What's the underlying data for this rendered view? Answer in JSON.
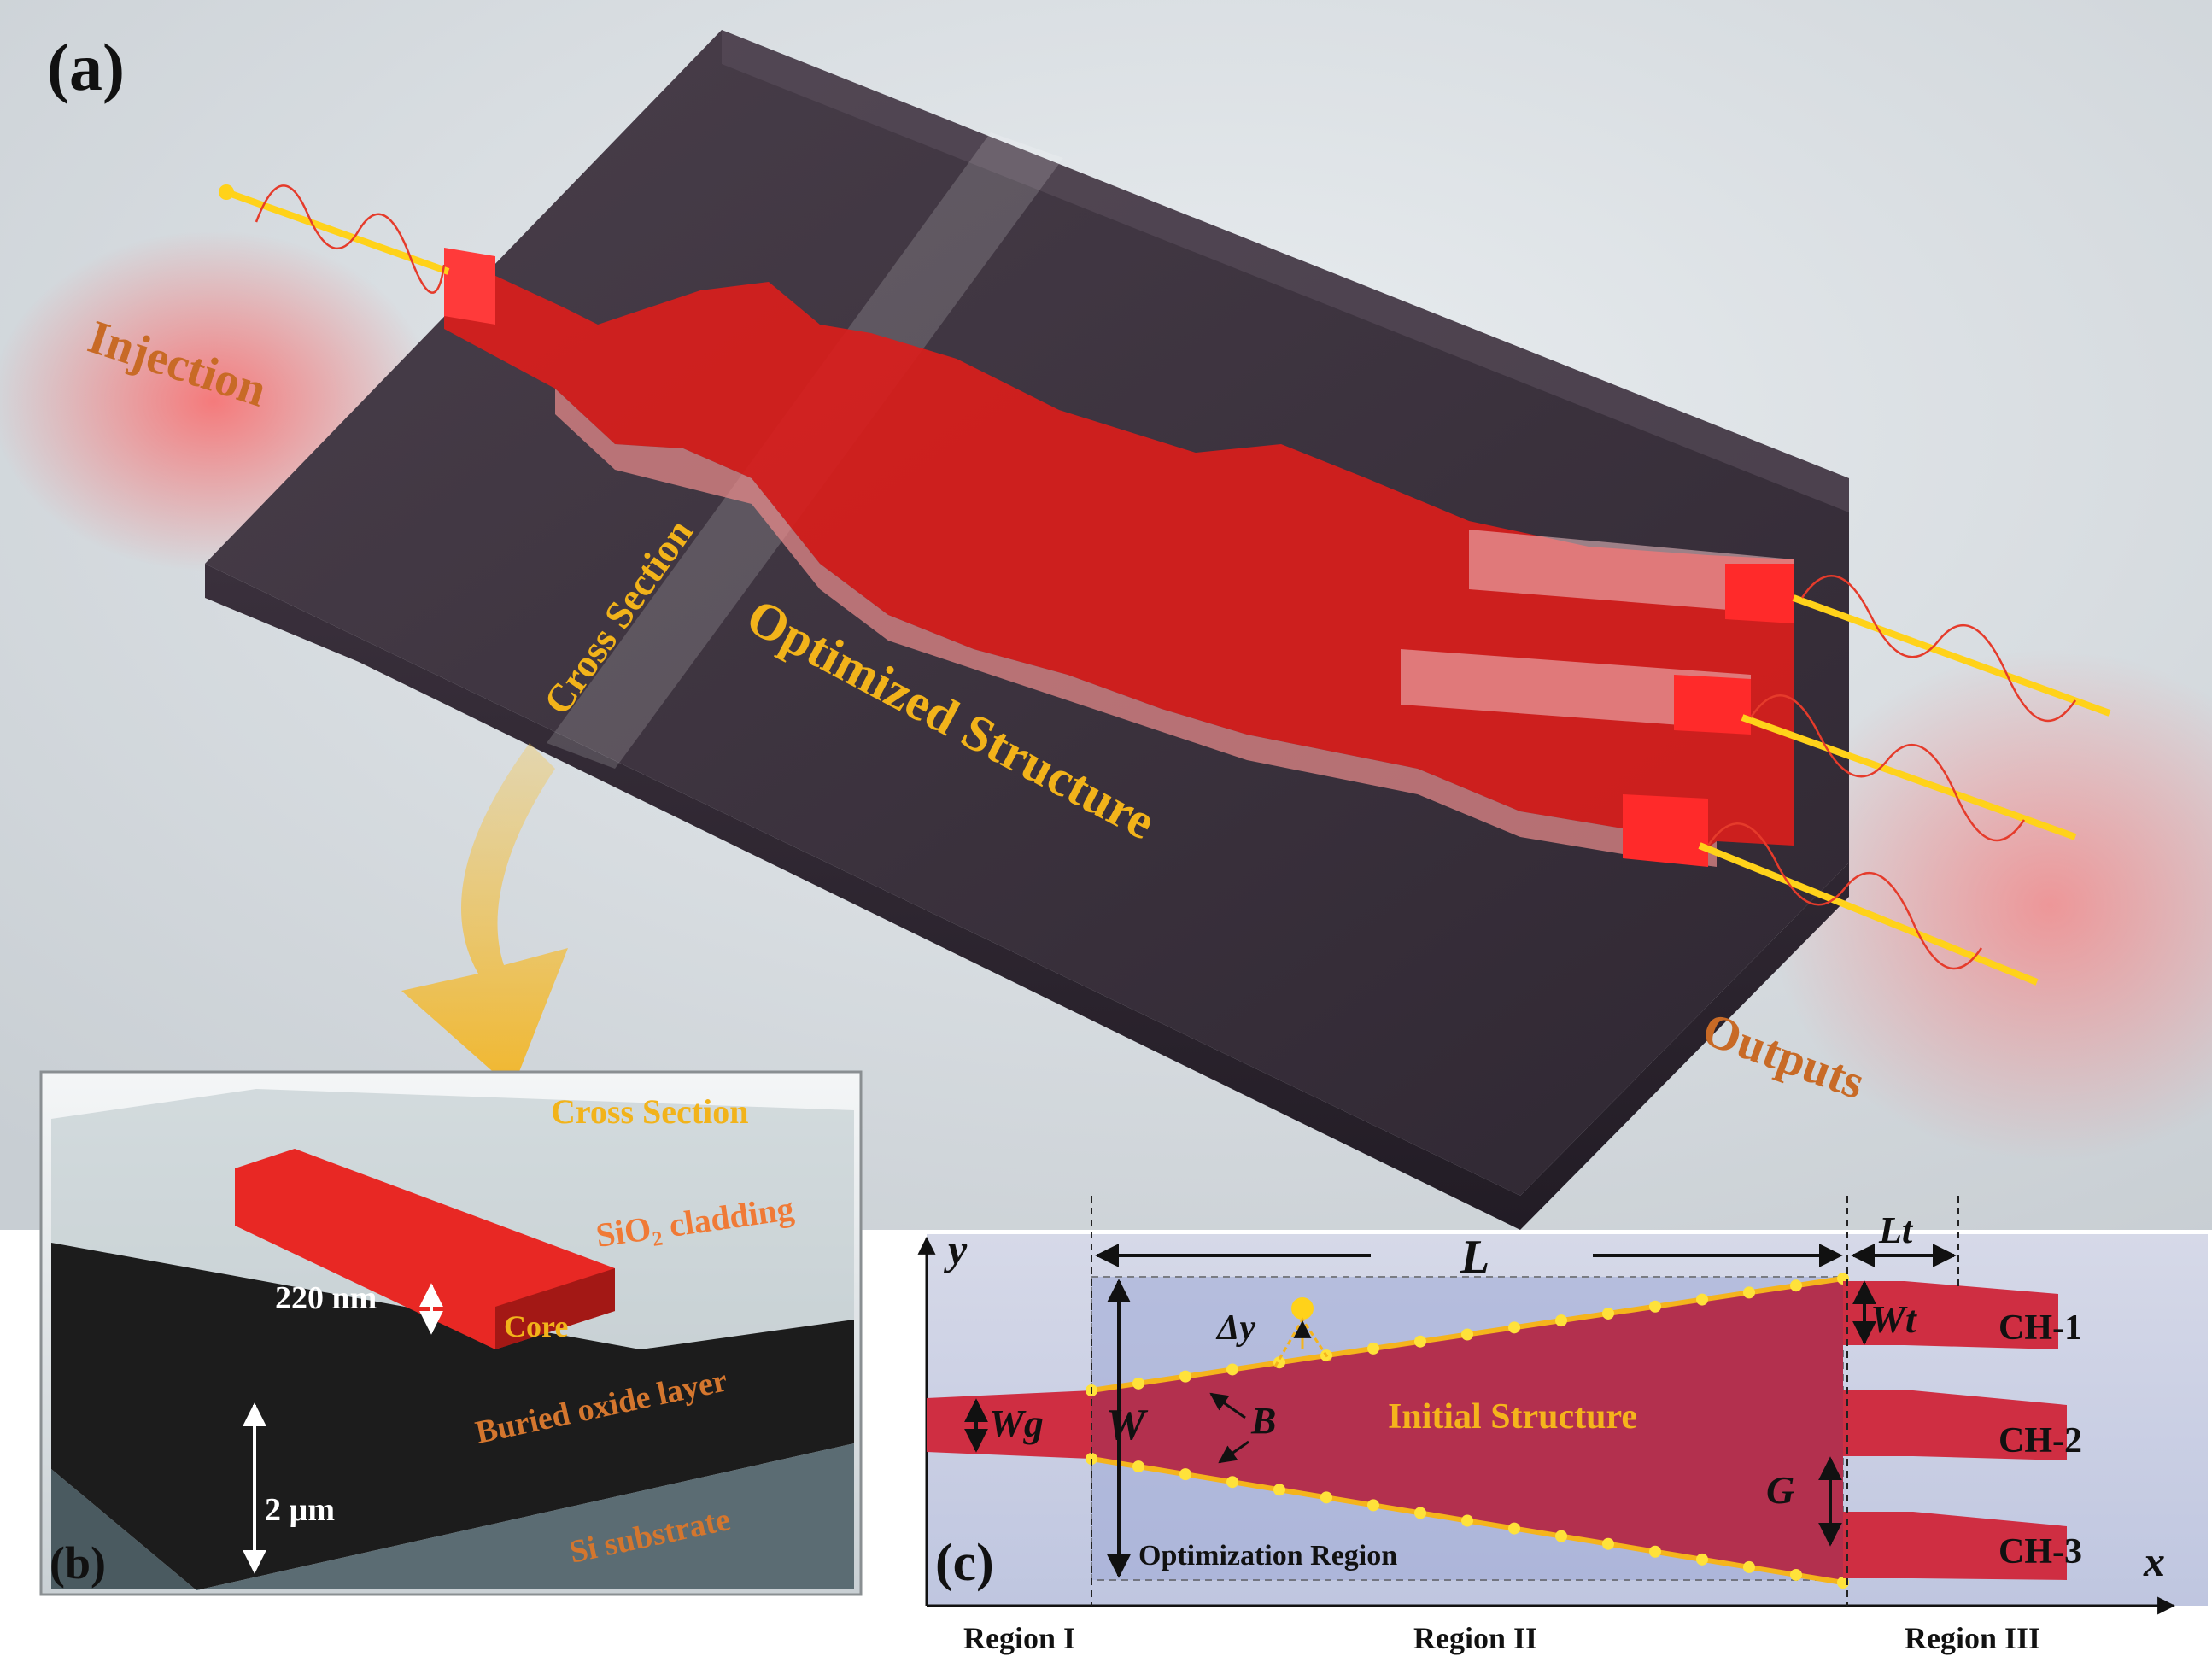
{
  "colors": {
    "background": "#d8dde0",
    "slab_top": "#423843",
    "slab_side": "#2e2630",
    "waveguide": "#e0201c",
    "orange_label": "#c86a26",
    "yellow_label": "#f2b31a",
    "light_ray": "#ffd21a",
    "panel_c_bg": "#aab4d6",
    "panel_c_core": "#b3304e"
  },
  "panel_a": {
    "label": "(a)",
    "injection": "Injection",
    "outputs": "Outputs",
    "cross_section": "Cross Section",
    "optimized_structure": "Optimized Structure"
  },
  "panel_b": {
    "label": "(b)",
    "title": "Cross Section",
    "cladding": "SiO₂ cladding",
    "core_thickness": "220 nm",
    "core": "Core",
    "box": "Buried oxide layer",
    "box_thickness": "2 µm",
    "substrate": "Si substrate"
  },
  "panel_c": {
    "label": "(c)",
    "y_axis": "y",
    "x_axis": "x",
    "L": "L",
    "Lt": "Lt",
    "W": "W",
    "Wt": "Wt",
    "Wg": "Wg",
    "G": "G",
    "B": "B",
    "dy": "Δy",
    "initial_structure": "Initial Structure",
    "optimization_region": "Optimization Region",
    "channels": [
      "CH-1",
      "CH-2",
      "CH-3"
    ],
    "regions": [
      "Region I",
      "Region II",
      "Region III"
    ]
  }
}
